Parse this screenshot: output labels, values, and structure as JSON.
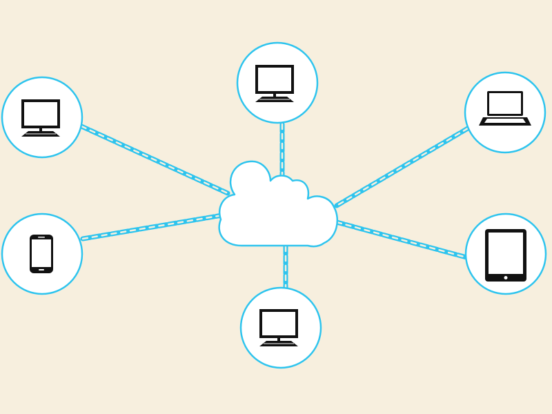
{
  "colors": {
    "background": "#f7efde",
    "accent": "#2ec4ee",
    "cloud_fill": "#ffffff",
    "node_fill": "#ffffff",
    "icon_dark": "#111111"
  },
  "diagram": {
    "center": {
      "name": "cloud",
      "icon": "cloud-icon"
    },
    "nodes": [
      {
        "name": "monitor-top-left",
        "icon": "monitor-icon"
      },
      {
        "name": "monitor-top",
        "icon": "monitor-icon"
      },
      {
        "name": "laptop-top-right",
        "icon": "laptop-icon"
      },
      {
        "name": "smartphone-left",
        "icon": "smartphone-icon"
      },
      {
        "name": "tablet-right",
        "icon": "tablet-icon"
      },
      {
        "name": "monitor-bottom",
        "icon": "monitor-icon"
      }
    ],
    "connector_style": "chain-link"
  }
}
